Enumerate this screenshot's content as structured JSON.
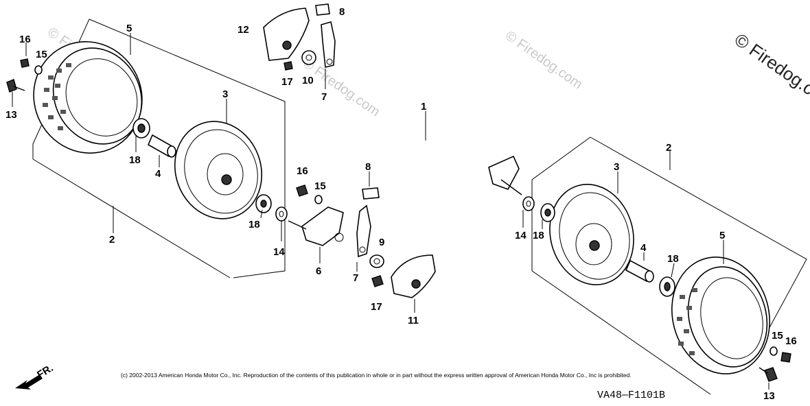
{
  "diagram": {
    "callouts": {
      "p1": "1",
      "p2_left": "2",
      "p2_right": "2",
      "p3_left": "3",
      "p3_right": "3",
      "p4_left": "4",
      "p4_right": "4",
      "p5_left": "5",
      "p5_right": "5",
      "p6": "6",
      "p7_top": "7",
      "p7_mid": "7",
      "p8_top": "8",
      "p8_mid": "8",
      "p9": "9",
      "p10": "10",
      "p11": "11",
      "p12": "12",
      "p13_left": "13",
      "p13_right": "13",
      "p14_left": "14",
      "p14_right": "14",
      "p15_left": "15",
      "p15_mid": "15",
      "p15_right": "15",
      "p16_left": "16",
      "p16_mid": "16",
      "p16_right": "16",
      "p17_top": "17",
      "p17_mid": "17",
      "p18_left": "18",
      "p18_left2": "18",
      "p18_right": "18",
      "p18_right2": "18"
    },
    "direction_label": "FR.",
    "copyright": "(c) 2002-2013 American Honda Motor Co., Inc. Reproduction of the contents of this publication in whole or in part without the express written approval of American Honda Motor Co., Inc is prohibited.",
    "diagram_code": "VA48—F1101B",
    "watermark": "© Firedog.com"
  }
}
